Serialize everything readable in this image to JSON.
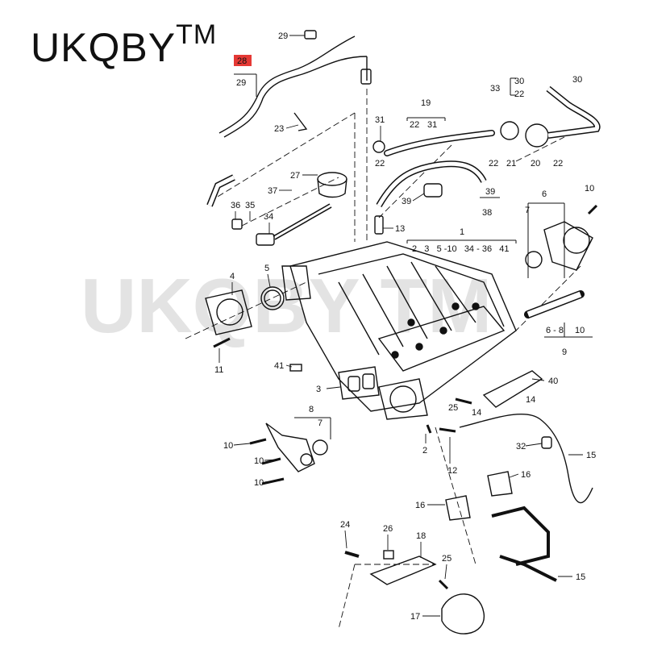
{
  "brand": {
    "name": "UKQBY",
    "mark": "TM"
  },
  "watermark": "UKQBY TM",
  "highlight": {
    "label": "28",
    "color": "#e53935"
  },
  "callouts": [
    {
      "id": "c29a",
      "text": "29"
    },
    {
      "id": "c28",
      "text": "28"
    },
    {
      "id": "c29b",
      "text": "29"
    },
    {
      "id": "c23",
      "text": "23"
    },
    {
      "id": "c31",
      "text": "31"
    },
    {
      "id": "c19",
      "text": "19"
    },
    {
      "id": "c22a",
      "text": "22"
    },
    {
      "id": "c31b",
      "text": "31"
    },
    {
      "id": "c33",
      "text": "33"
    },
    {
      "id": "c30a",
      "text": "30"
    },
    {
      "id": "c22b",
      "text": "22"
    },
    {
      "id": "c30b",
      "text": "30"
    },
    {
      "id": "c22c",
      "text": "22"
    },
    {
      "id": "c21",
      "text": "21"
    },
    {
      "id": "c20",
      "text": "20"
    },
    {
      "id": "c22d",
      "text": "22"
    },
    {
      "id": "c22e",
      "text": "22"
    },
    {
      "id": "c27",
      "text": "27"
    },
    {
      "id": "c37",
      "text": "37"
    },
    {
      "id": "c39a",
      "text": "39"
    },
    {
      "id": "c39b",
      "text": "39"
    },
    {
      "id": "c38",
      "text": "38"
    },
    {
      "id": "c36",
      "text": "36"
    },
    {
      "id": "c35",
      "text": "35"
    },
    {
      "id": "c34",
      "text": "34"
    },
    {
      "id": "c13",
      "text": "13"
    },
    {
      "id": "c6",
      "text": "6"
    },
    {
      "id": "c10a",
      "text": "10"
    },
    {
      "id": "c7a",
      "text": "7"
    },
    {
      "id": "c1",
      "text": "1"
    },
    {
      "id": "c1list",
      "text": "2   3   5 -10   34 - 36   41"
    },
    {
      "id": "c4",
      "text": "4"
    },
    {
      "id": "c5",
      "text": "5"
    },
    {
      "id": "c11",
      "text": "11"
    },
    {
      "id": "c68",
      "text": "6 - 8"
    },
    {
      "id": "c10b",
      "text": "10"
    },
    {
      "id": "c9",
      "text": "9"
    },
    {
      "id": "c41",
      "text": "41"
    },
    {
      "id": "c40",
      "text": "40"
    },
    {
      "id": "c3",
      "text": "3"
    },
    {
      "id": "c25a",
      "text": "25"
    },
    {
      "id": "c14a",
      "text": "14"
    },
    {
      "id": "c14b",
      "text": "14"
    },
    {
      "id": "c8",
      "text": "8"
    },
    {
      "id": "c7b",
      "text": "7"
    },
    {
      "id": "c10c",
      "text": "10"
    },
    {
      "id": "c10d",
      "text": "10"
    },
    {
      "id": "c10e",
      "text": "10"
    },
    {
      "id": "c2",
      "text": "2"
    },
    {
      "id": "c12",
      "text": "12"
    },
    {
      "id": "c32",
      "text": "32"
    },
    {
      "id": "c15a",
      "text": "15"
    },
    {
      "id": "c16a",
      "text": "16"
    },
    {
      "id": "c16b",
      "text": "16"
    },
    {
      "id": "c24",
      "text": "24"
    },
    {
      "id": "c26",
      "text": "26"
    },
    {
      "id": "c18",
      "text": "18"
    },
    {
      "id": "c25b",
      "text": "25"
    },
    {
      "id": "c15b",
      "text": "15"
    },
    {
      "id": "c17",
      "text": "17"
    }
  ]
}
